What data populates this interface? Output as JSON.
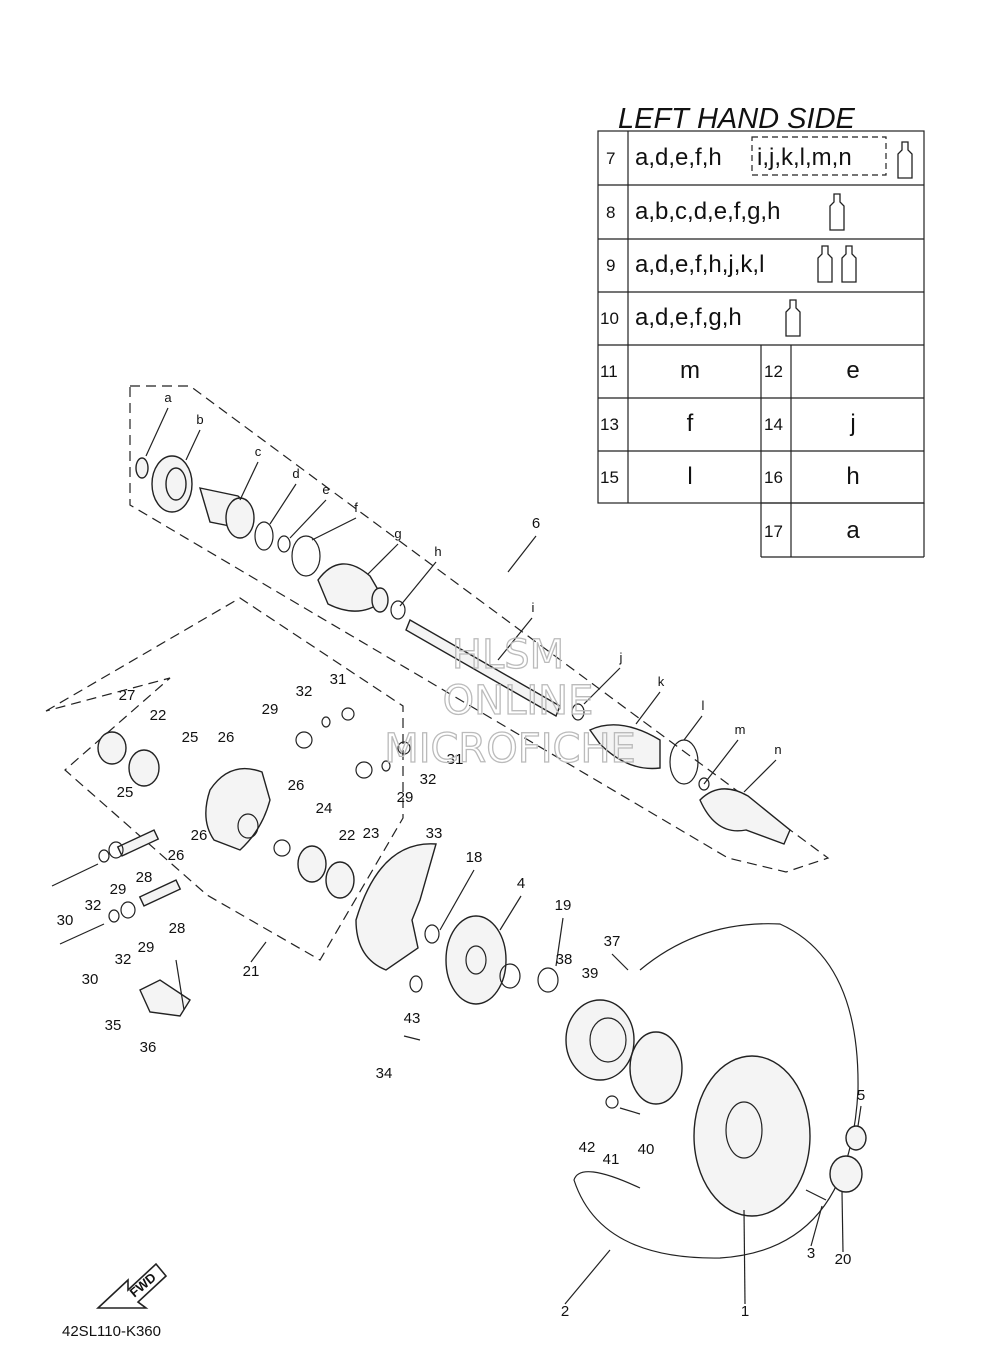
{
  "legend": {
    "title": "LEFT HAND SIDE",
    "rows": [
      {
        "no": "7",
        "value": "a,d,e,f,h",
        "boxed": "i,j,k,l,m,n",
        "tubes": 1
      },
      {
        "no": "8",
        "value": "a,b,c,d,e,f,g,h",
        "tubes": 1
      },
      {
        "no": "9",
        "value": "a,d,e,f,h,j,k,l",
        "tubes": 2
      },
      {
        "no": "10",
        "value": "a,d,e,f,g,h",
        "tubes": 1
      }
    ],
    "pairs": [
      {
        "no": "11",
        "value": "m"
      },
      {
        "no": "12",
        "value": "e"
      },
      {
        "no": "13",
        "value": "f"
      },
      {
        "no": "14",
        "value": "j"
      },
      {
        "no": "15",
        "value": "l"
      },
      {
        "no": "16",
        "value": "h"
      },
      {
        "no": "17",
        "value": "a"
      }
    ]
  },
  "watermark": [
    "HLSM",
    "ONLINE",
    "MICROFICHE"
  ],
  "fwd_label": "FWD",
  "diagram_code": "42SL110-K360",
  "callouts": {
    "letters": [
      "a",
      "b",
      "c",
      "d",
      "e",
      "f",
      "g",
      "h",
      "i",
      "j",
      "k",
      "l",
      "m",
      "n"
    ],
    "numbers": [
      "1",
      "2",
      "3",
      "4",
      "5",
      "6",
      "18",
      "19",
      "20",
      "21",
      "22",
      "22",
      "23",
      "24",
      "25",
      "25",
      "26",
      "26",
      "26",
      "26",
      "27",
      "28",
      "28",
      "29",
      "29",
      "29",
      "29",
      "30",
      "30",
      "31",
      "31",
      "32",
      "32",
      "32",
      "32",
      "33",
      "34",
      "35",
      "36",
      "37",
      "38",
      "39",
      "40",
      "41",
      "42",
      "43"
    ]
  }
}
